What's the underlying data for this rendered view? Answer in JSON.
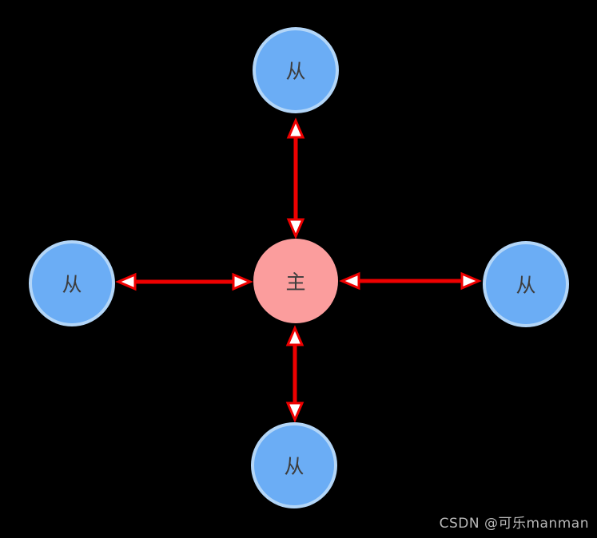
{
  "diagram": {
    "nodes": [
      {
        "id": "top",
        "role": "slave",
        "label": "从"
      },
      {
        "id": "left",
        "role": "slave",
        "label": "从"
      },
      {
        "id": "center",
        "role": "master",
        "label": "主"
      },
      {
        "id": "right",
        "role": "slave",
        "label": "从"
      },
      {
        "id": "bottom",
        "role": "slave",
        "label": "从"
      }
    ],
    "edges": [
      {
        "from": "center",
        "to": "top",
        "style": "double-arrow"
      },
      {
        "from": "center",
        "to": "left",
        "style": "double-arrow"
      },
      {
        "from": "center",
        "to": "right",
        "style": "double-arrow"
      },
      {
        "from": "center",
        "to": "bottom",
        "style": "double-arrow"
      }
    ]
  },
  "watermark": {
    "text": "CSDN @可乐manman"
  },
  "colors": {
    "background": "#000000",
    "slave_fill": "#6badf5",
    "slave_border": "#b3d6f8",
    "master_fill": "#fb9d9d",
    "arrow": "#ee0000",
    "arrowhead_fill": "#ffffff",
    "label_text": "#3d3d3d",
    "watermark_text": "#b9b9b9"
  }
}
